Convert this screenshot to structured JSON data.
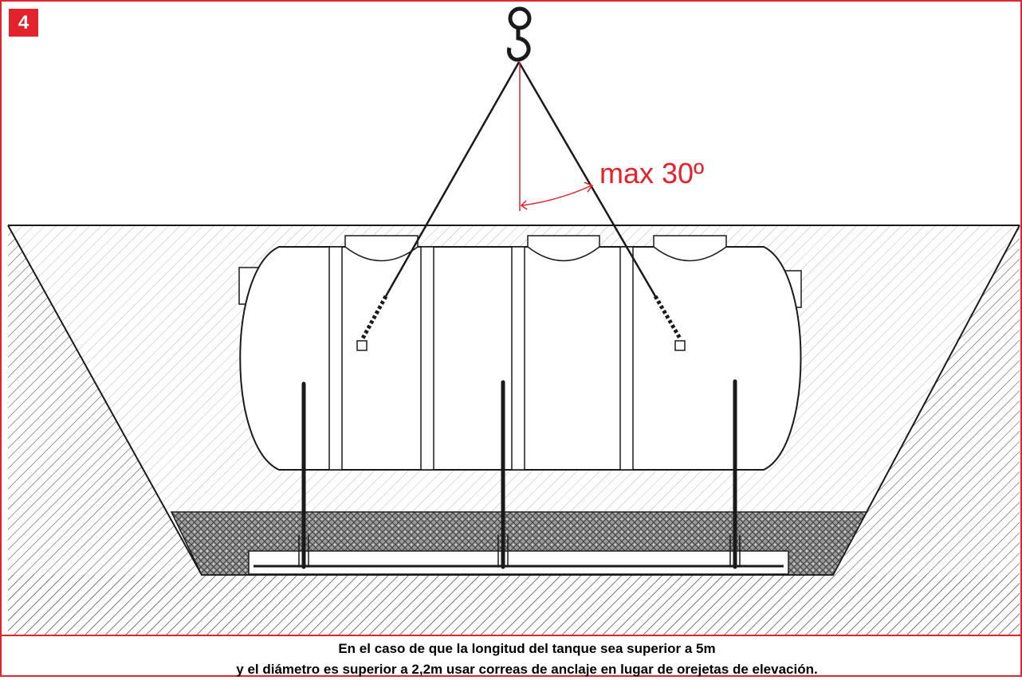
{
  "step_number": "4",
  "angle_label": "max 30º",
  "caption": {
    "line1": "En el caso de que la longitud del tanque sea superior a 5m",
    "line2": "y el diámetro es superior a 2,2m usar correas de anclaje en lugar de orejetas de elevación."
  },
  "colors": {
    "accent_red": "#e3222b",
    "line": "#1a1a1a",
    "soil_hatch": "#8a8a8a",
    "gravel": "#555555"
  },
  "icons": [
    "crane-hook-icon",
    "lifting-chain-icon",
    "anchor-strap-icon"
  ]
}
